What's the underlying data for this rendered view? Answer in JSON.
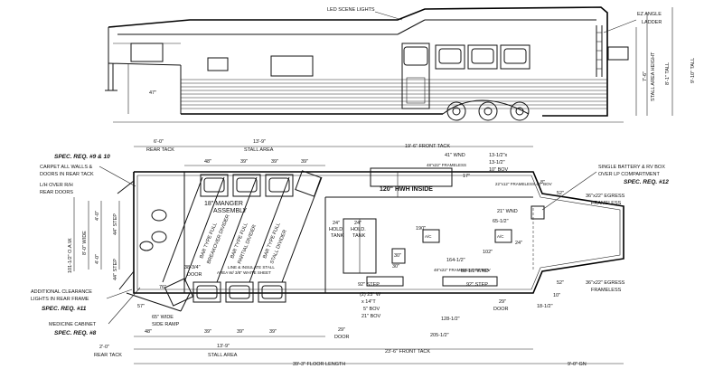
{
  "side_view": {
    "led_scene_lights": "LED SCENE LIGHTS",
    "ez_angle": "EZ ANGLE",
    "ladder": "LADDER",
    "stall_area_height": "7'-6\"",
    "stall_area_height_label": "STALL AREA HEIGHT",
    "height_8_1": "8'-1\" TALL",
    "height_9_10": "9'-10\" TALL",
    "dim_47": "47\""
  },
  "top_dims": {
    "rear_tack_top_value": "6'-0\"",
    "rear_tack_top_label": "REAR TACK",
    "stall_area_top_value": "13'-9\"",
    "stall_area_top_label": "STALL AREA",
    "front_tack_top": "19'-6\" FRONT TACK",
    "d48": "48\"",
    "d39a": "39\"",
    "d39b": "39\"",
    "d39c": "39\""
  },
  "left_callouts": {
    "spec_9_10": "SPEC. REQ. #9 & 10",
    "carpet_1": "CARPET ALL WALLS &",
    "carpet_2": "DOORS IN REAR TACK",
    "lh_over_1": "L/H OVER R/H",
    "lh_over_2": "REAR DOORS",
    "oaw": "101-1/2\" O.A.W.",
    "wide": "8'-0\" WIDE",
    "d4_0a": "4'-0\"",
    "d4_0b": "4'-0\"",
    "step44a": "44\" STEP",
    "step44b": "44\" STEP",
    "clearance_1": "ADDITIONAL CLEARANCE",
    "clearance_2": "LIGHTS IN REAR FRAME",
    "spec_11": "SPEC. REQ. #11",
    "medicine": "MEDICINE CABINET",
    "spec_8": "SPEC. REQ. #8"
  },
  "interior": {
    "manger_1": "18\" MANGER",
    "manger_2": "ASSEMBLY",
    "divider_1": "BAR TYPE FULL",
    "divider_2": "BREAKOVER DIVIDER",
    "divider_3": "BAR TYPE FULL",
    "divider_4": "PARTIAL DIVIDER",
    "divider_5": "BAR TYPE FULL",
    "divider_6": "STALL DIVIDER",
    "door_dim": "38-3/4\"",
    "door_label": "DOOR",
    "line_insulate_1": "LINE & INSULATE STALL",
    "line_insulate_2": "AREA W/ 3/8\" WHITE SHEET",
    "d76": "76\"",
    "d57": "57\"",
    "ramp_1": "65\" WIDE",
    "ramp_2": "SIDE RAMP",
    "hwh": "120\" HWH INSIDE",
    "hold_tank_1": "24\"",
    "hold_tank_2": "HOLD.",
    "hold_tank_3": "TANK",
    "hold_tank_4": "24\"",
    "hold_tank_5": "HOLD.",
    "hold_tank_6": "TANK",
    "ac1": "A/C",
    "ac2": "A/C",
    "d24": "24\"",
    "d30": "30\"",
    "d30b": "30\"",
    "wnd41": "41\" WND",
    "frameless1": "48\"x22\" FRAMELESS",
    "d17": "17\"",
    "wnd13a": "13-1/2\"x",
    "wnd13b": "13-1/2\"",
    "bov10": "10\" BOV",
    "frameless2": "22\"x12\" FRAMELESS 40\" BOV",
    "d8": "8\"",
    "d21wnd": "21\" WND",
    "d65": "65-1/2\"",
    "d190": "190\"",
    "d102": "102\"",
    "d164": "164-1/2\"",
    "frameless3": "48\"x22\" FRAMELESS 41\" BOV",
    "d88wnd": "88-1/2\"WND",
    "step92a": "92\" STEP",
    "step92b": "92\" STEP",
    "wnd2_1": "(2) 23\" W",
    "wnd2_2": "x 14\"T",
    "wnd2_3": "5\" BOV",
    "wnd2_4": "21\" BOV",
    "d29door": "29\"",
    "door2": "DOOR",
    "d128": "128-1/2\"",
    "d205": "205-1/2\"",
    "d29b": "29\"",
    "door3": "DOOR",
    "d18": "18-1/2\"",
    "d10": "10\"",
    "d52": "52\"",
    "d52b": "52\""
  },
  "right_callouts": {
    "battery_1": "SINGLE BATTERY & RV BOX",
    "battery_2": "OVER LP COMPARTMENT",
    "spec_12": "SPEC. REQ. #12",
    "egress_1a": "36\"x22\" EGRESS",
    "egress_1b": "FRAMELESS",
    "egress_2a": "36\"x22\" EGRESS",
    "egress_2b": "FRAMELESS"
  },
  "bottom_dims": {
    "rear_tack_value": "2'-0\"",
    "rear_tack_label": "REAR TACK",
    "d48": "48\"",
    "d39a": "39\"",
    "d39b": "39\"",
    "d39c": "39\"",
    "stall_value": "13'-9\"",
    "stall_label": "STALL AREA",
    "front_tack": "23'-6\" FRONT TACK",
    "floor_length": "39'-3\" FLOOR LENGTH",
    "gn": "9'-0\" GN"
  }
}
